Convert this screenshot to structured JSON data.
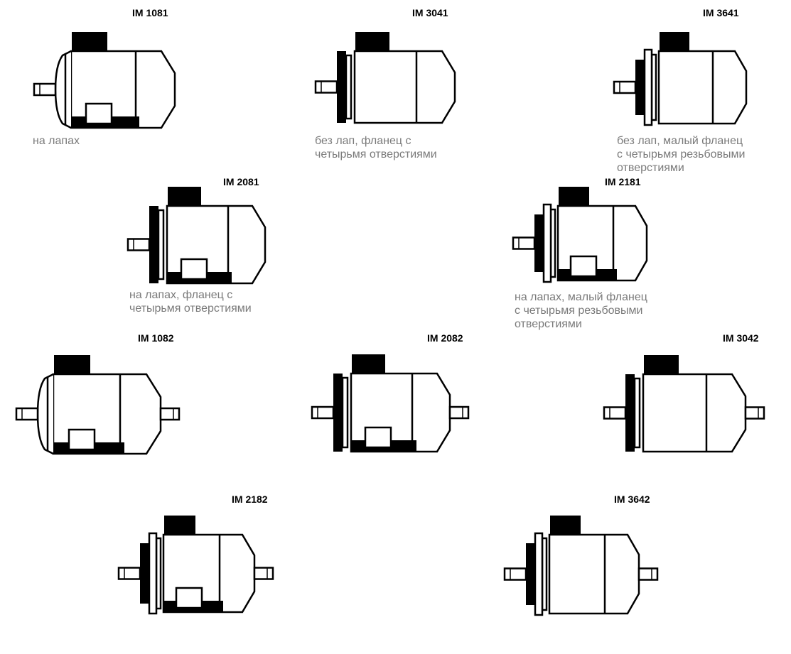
{
  "motors": [
    {
      "code": "IM 1081",
      "desc": [
        "на лапах"
      ],
      "feet": true,
      "flange": "none",
      "rear_shaft": false,
      "short_body": true
    },
    {
      "code": "IM 3041",
      "desc": [
        "без лап, фланец с",
        "четырьмя отверстиями"
      ],
      "feet": false,
      "flange": "large",
      "rear_shaft": false,
      "short_body": false
    },
    {
      "code": "IM 3641",
      "desc": [
        "без лап, малый фланец",
        "с четырьмя резьбовыми",
        "отверстиями"
      ],
      "feet": false,
      "flange": "small",
      "rear_shaft": false,
      "short_body": false
    },
    {
      "code": "IM 2081",
      "desc": [
        "на лапах, фланец с",
        "четырьмя отверстиями"
      ],
      "feet": true,
      "flange": "large",
      "rear_shaft": false,
      "short_body": false
    },
    {
      "code": "IM 2181",
      "desc": [
        "на лапах, малый фланец",
        "с четырьмя резьбовыми",
        "отверстиями"
      ],
      "feet": true,
      "flange": "small",
      "rear_shaft": false,
      "short_body": false
    },
    {
      "code": "IM 1082",
      "desc": [],
      "feet": true,
      "flange": "none",
      "rear_shaft": true,
      "short_body": false
    },
    {
      "code": "IM 2082",
      "desc": [],
      "feet": true,
      "flange": "large",
      "rear_shaft": true,
      "short_body": false
    },
    {
      "code": "IM 3042",
      "desc": [],
      "feet": false,
      "flange": "large",
      "rear_shaft": true,
      "short_body": false
    },
    {
      "code": "IM 2182",
      "desc": [],
      "feet": true,
      "flange": "small",
      "rear_shaft": true,
      "short_body": false
    },
    {
      "code": "IM 3642",
      "desc": [],
      "feet": false,
      "flange": "small",
      "rear_shaft": true,
      "short_body": false
    }
  ]
}
